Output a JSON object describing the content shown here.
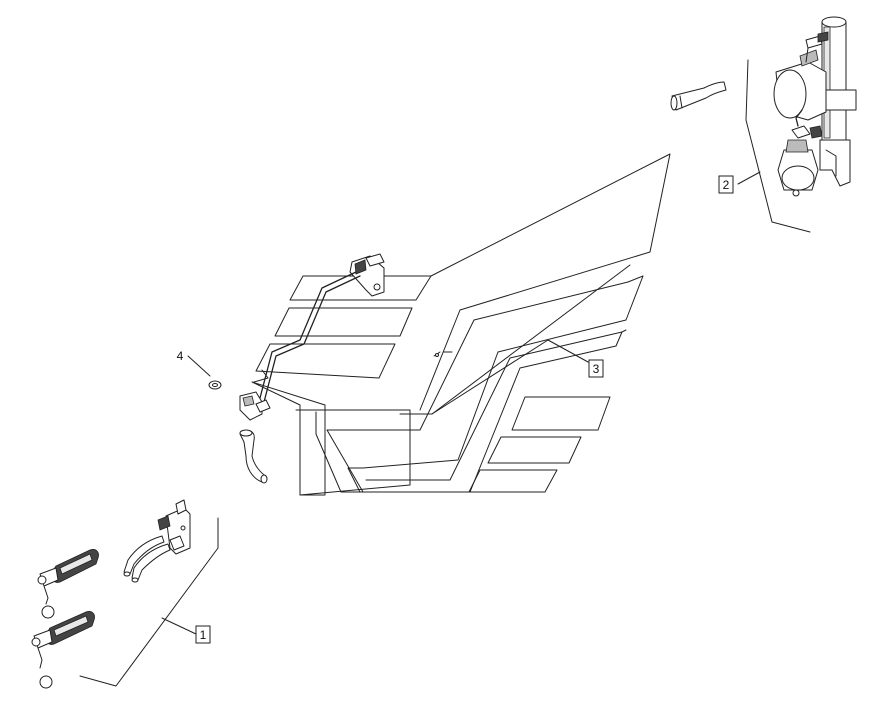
{
  "callouts": [
    {
      "id": "1",
      "label": "1",
      "boxed": true
    },
    {
      "id": "2",
      "label": "2",
      "boxed": true
    },
    {
      "id": "3",
      "label": "3",
      "boxed": true
    },
    {
      "id": "4",
      "label": "4",
      "boxed": false
    }
  ]
}
